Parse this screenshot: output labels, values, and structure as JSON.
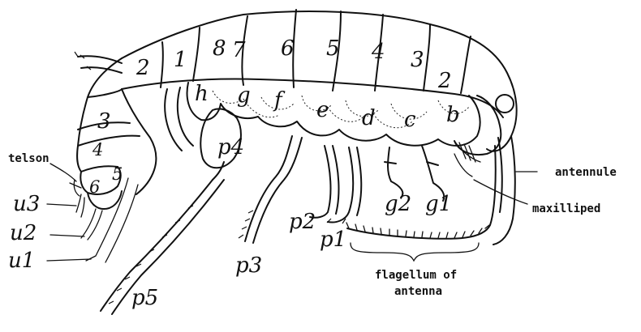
{
  "figure": {
    "thoracic_segments": [
      "1",
      "2",
      "3",
      "4",
      "5",
      "6",
      "7",
      "8"
    ],
    "abdominal_segments": [
      "2",
      "3",
      "4",
      "5",
      "6"
    ],
    "coxal_plates": [
      "b",
      "c",
      "d",
      "e",
      "f",
      "g",
      "h"
    ],
    "appendages": {
      "p1": "p1",
      "p2": "p2",
      "p3": "p3",
      "p4": "p4",
      "p5": "p5",
      "g1": "g1",
      "g2": "g2",
      "u1": "u1",
      "u2": "u2",
      "u3": "u3"
    },
    "callouts": {
      "telson": "telson",
      "antennule": "antennule",
      "maxilliped": "maxilliped",
      "flagellum_line1": "flagellum of",
      "flagellum_line2": "antenna"
    }
  }
}
